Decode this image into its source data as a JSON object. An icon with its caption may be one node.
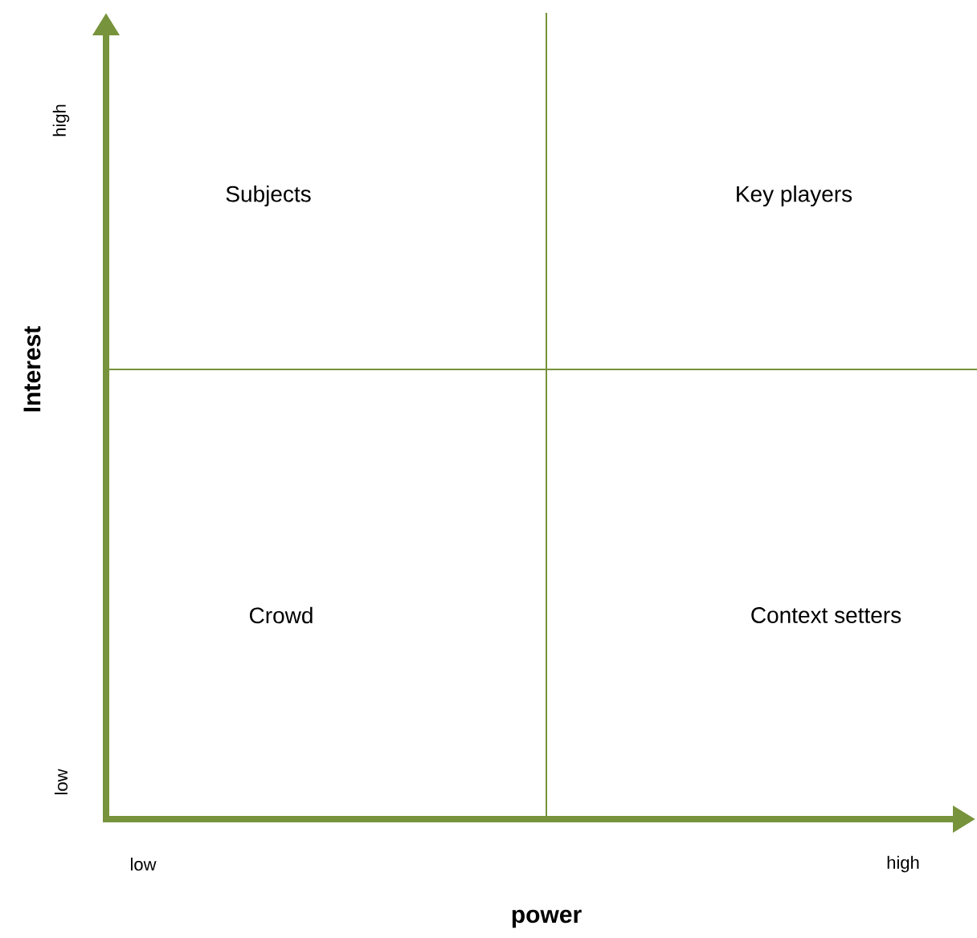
{
  "diagram": {
    "labels": [
      "high",
      "Subjects",
      "Key players",
      "Interest",
      "Crowd",
      "Context setters",
      "low",
      "low",
      "high",
      "power"
    ]
  }
}
